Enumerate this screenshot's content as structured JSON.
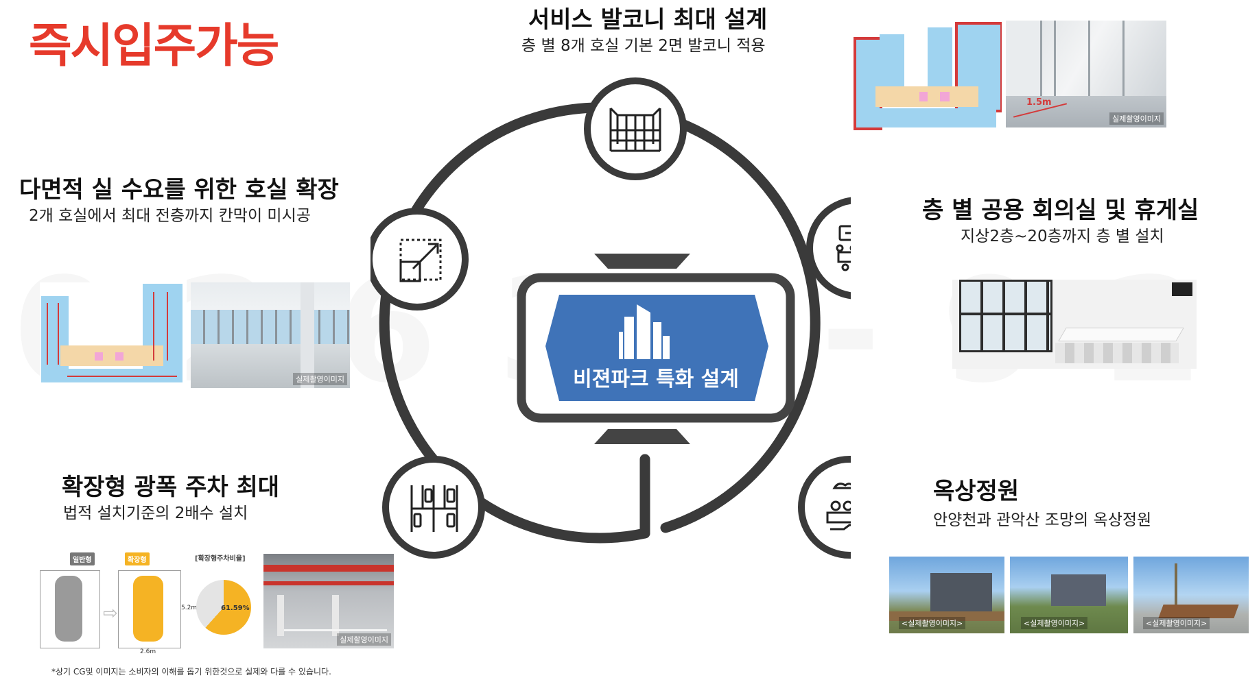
{
  "header": {
    "title": "즉시입주가능"
  },
  "center": {
    "label": "비젼파크 특화 설계"
  },
  "watermark": "0 2 6 3 2 - 9 2 6 3",
  "features": {
    "balcony": {
      "title": "서비스 발코니 최대 설계",
      "subtitle": "층 별 8개 호실 기본 2면 발코니 적용",
      "icon": "balcony-icon",
      "measure": "1.5m",
      "caption": "실제촬영이미지"
    },
    "expansion": {
      "title": "다면적 실 수요를 위한 호실 확장",
      "subtitle": "2개 호실에서 최대 전층까지 칸막이 미시공",
      "icon": "expand-icon",
      "caption": "실제촬영이미지"
    },
    "meeting": {
      "title": "층 별 공용 회의실 및 휴게실",
      "subtitle": "지상2층~20층까지 층 별 설치",
      "icon": "meeting-room-icon"
    },
    "parking": {
      "title": "확장형 광폭 주차 최대",
      "subtitle": "법적 설치기준의 2배수 설치",
      "icon": "parking-icon",
      "tag_normal": "일반형",
      "tag_wide": "확장형",
      "ratio_label": "[확장형주차비율]",
      "ratio_value": "61.59%",
      "ratio": 61.59,
      "width": "2.6m",
      "length": "5.2m",
      "caption": "실제촬영이미지"
    },
    "rooftop": {
      "title": "옥상정원",
      "subtitle": "안양천과 관악산 조망의 옥상정원",
      "icon": "rooftop-garden-icon",
      "captions": [
        "<실제촬영이미지>",
        "<실제촬영이미지>",
        "<실제촬영이미지>"
      ]
    }
  },
  "footnote": "*상기 CG및 이미지는 소비자의 이해를 돕기 위한것으로 실제와 다를 수 있습니다.",
  "colors": {
    "title_red": "#e63a2b",
    "ring_dark": "#3a3a3a",
    "center_blue": "#3f73b8",
    "floor_blue": "#9fd3f0",
    "accent_red": "#d43a3a",
    "orange": "#f5b324"
  }
}
